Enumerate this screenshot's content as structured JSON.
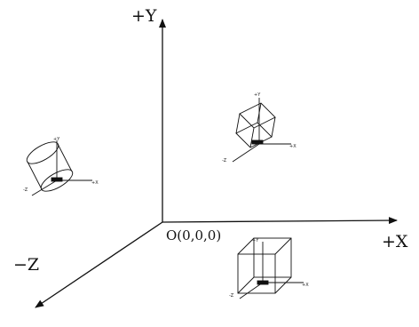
{
  "axes": {
    "x_label": "+X",
    "y_label": "+Y",
    "z_label": "−Z",
    "origin_label": "O(0,0,0)"
  },
  "objects": [
    {
      "shape": "cylinder",
      "mini_axes": {
        "y": "+Y",
        "x": "+X",
        "z": "-Z"
      }
    },
    {
      "shape": "cube",
      "mini_axes": {
        "y": "+Y",
        "x": "+X",
        "z": "-Z"
      }
    },
    {
      "shape": "cube",
      "mini_axes": {
        "y": "+Y",
        "x": "+X",
        "z": "-Z"
      }
    }
  ],
  "colors": {
    "line": "#111111",
    "background": "#ffffff"
  }
}
